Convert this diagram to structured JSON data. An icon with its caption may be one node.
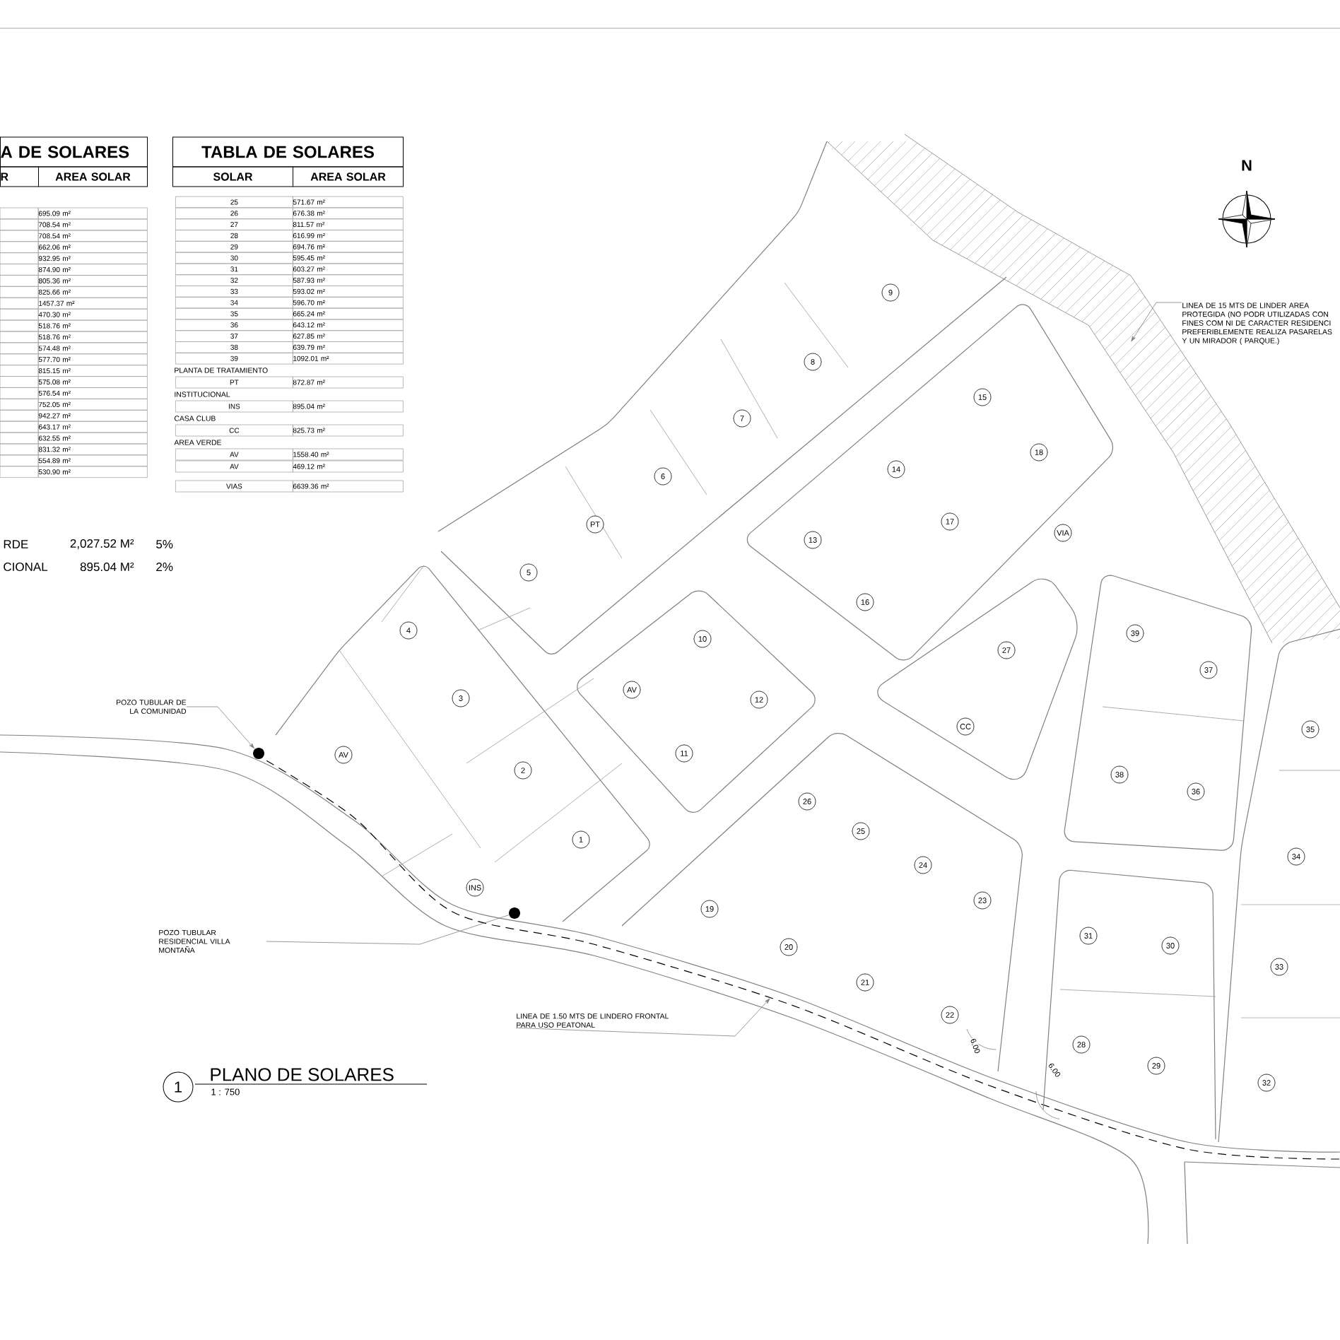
{
  "diagram": {
    "nodes": [
      {
        "text": [
          "1"
        ]
      },
      {
        "text": [
          "2"
        ]
      },
      {
        "text": [
          "3"
        ]
      },
      {
        "text": [
          "4"
        ]
      },
      {
        "text": [
          "5"
        ]
      },
      {
        "text": [
          "6"
        ]
      },
      {
        "text": [
          "7"
        ]
      },
      {
        "text": [
          "8"
        ]
      },
      {
        "text": [
          "9"
        ]
      },
      {
        "text": [
          "10"
        ]
      },
      {
        "text": [
          "11"
        ]
      },
      {
        "text": [
          "12"
        ]
      },
      {
        "text": [
          "13"
        ]
      },
      {
        "text": [
          "14"
        ]
      },
      {
        "text": [
          "15"
        ]
      },
      {
        "text": [
          "16"
        ]
      },
      {
        "text": [
          "17"
        ]
      },
      {
        "text": [
          "18"
        ]
      },
      {
        "text": [
          "19"
        ]
      },
      {
        "text": [
          "20"
        ]
      },
      {
        "text": [
          "21"
        ]
      },
      {
        "text": [
          "22"
        ]
      },
      {
        "text": [
          "23"
        ]
      },
      {
        "text": [
          "24"
        ]
      },
      {
        "text": [
          "25"
        ]
      },
      {
        "text": [
          "26"
        ]
      },
      {
        "text": [
          "27"
        ]
      },
      {
        "text": [
          "28"
        ]
      },
      {
        "text": [
          "29"
        ]
      },
      {
        "text": [
          "30"
        ]
      },
      {
        "text": [
          "31"
        ]
      },
      {
        "text": [
          "32"
        ]
      },
      {
        "text": [
          "33"
        ]
      },
      {
        "text": [
          "34"
        ]
      },
      {
        "text": [
          "35"
        ]
      },
      {
        "text": [
          "36"
        ]
      },
      {
        "text": [
          "37"
        ]
      },
      {
        "text": [
          "38"
        ]
      },
      {
        "text": [
          "39"
        ]
      },
      {
        "text": [
          "PT"
        ]
      },
      {
        "text": [
          "INS"
        ]
      },
      {
        "text": [
          "CC"
        ]
      },
      {
        "text": [
          "AV"
        ]
      },
      {
        "text": [
          "AV"
        ]
      },
      {
        "text": [
          "VIA"
        ]
      },
      {
        "text": [
          "POZO TUBULAR DE LA COMUNIDAD"
        ]
      },
      {
        "text": [],
        "shape": "circle"
      },
      {
        "text": [
          "POZO TUBULAR RESIDENCIAL VILLA MONTAÑA"
        ]
      },
      {
        "text": [],
        "shape": "circle"
      },
      {
        "text": [
          "LINEA DE 1.50 MTS DE LINDERO FRONTAL PARA USO PEATONAL"
        ]
      },
      {
        "text": [
          "LINEA DE 15 MTS DE LINDER AREA PROTEGIDA (NO PODR UTILIZADAS CON FINES COM NI DE CARACTER RESIDENCI PREFERIBLEMENTE REALIZA PASARELAS Y UN MIRADOR ( PARQUE.)"
        ]
      }
    ],
    "edges": [
      {
        "from": 45,
        "to": 46,
        "arrow": "to"
      },
      {
        "from": 47,
        "to": 48,
        "arrow": "none"
      },
      {
        "from": 49,
        "to": null,
        "arrow": "to"
      },
      {
        "from": 50,
        "to": null,
        "arrow": "to"
      }
    ],
    "labels": [
      "A DE SOLARES",
      "R",
      "AREA SOLAR",
      "695.09 m²",
      "708.54 m²",
      "708.54 m²",
      "662.06 m²",
      "932.95 m²",
      "874.90 m²",
      "805.36 m²",
      "825.66 m²",
      "1457.37 m²",
      "470.30 m²",
      "518.76 m²",
      "518.76 m²",
      "574.48 m²",
      "577.70 m²",
      "815.15 m²",
      "575.08 m²",
      "576.54 m²",
      "752.05 m²",
      "942.27 m²",
      "643.17 m²",
      "632.55 m²",
      "831.32 m²",
      "554.89 m²",
      "530.90 m²",
      "TABLA DE SOLARES",
      "SOLAR",
      "AREA SOLAR",
      "25",
      "571.67 m²",
      "26",
      "676.38 m²",
      "27",
      "811.57 m²",
      "28",
      "616.99 m²",
      "29",
      "694.76 m²",
      "30",
      "595.45 m²",
      "31",
      "603.27 m²",
      "32",
      "587.93 m²",
      "33",
      "593.02 m²",
      "34",
      "596.70 m²",
      "35",
      "665.24 m²",
      "36",
      "643.12 m²",
      "37",
      "627.85 m²",
      "38",
      "639.79 m²",
      "39",
      "1092.01 m²",
      "PLANTA DE TRATAMIENTO",
      "PT",
      "872.87 m²",
      "INSTITUCIONAL",
      "INS",
      "895.04 m²",
      "CASA CLUB",
      "CC",
      "825.73 m²",
      "AREA VERDE",
      "AV",
      "1558.40 m²",
      "AV",
      "469.12 m²",
      "VIAS",
      "6639.36 m²",
      "RDE",
      "2,027.52 M²",
      "5%",
      "CIONAL",
      "895.04 M²",
      "2%",
      "N",
      "6.00",
      "6.00",
      "1",
      "PLANO DE SOLARES",
      "1 : 750"
    ]
  }
}
